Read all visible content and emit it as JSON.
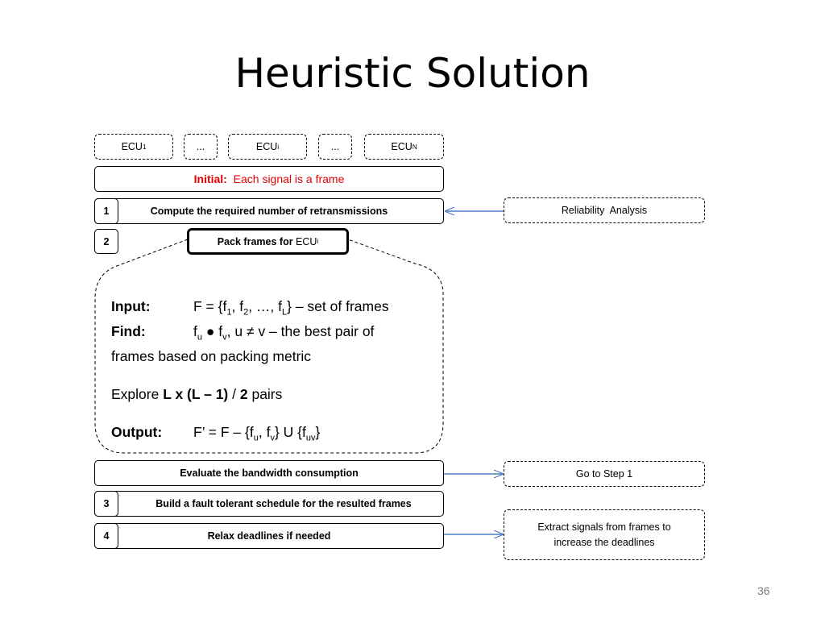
{
  "slide": {
    "title": "Heuristic Solution",
    "page_number": "36"
  },
  "ecus": [
    {
      "base": "ECU",
      "sub": "1"
    },
    {
      "base": "...",
      "sub": ""
    },
    {
      "base": "ECU",
      "sub": "i"
    },
    {
      "base": "...",
      "sub": ""
    },
    {
      "base": "ECU",
      "sub": "N"
    }
  ],
  "initial": {
    "label": "Initial:",
    "text": "Each signal is a frame"
  },
  "steps": {
    "s1": {
      "num": "1",
      "text": "Compute the required number of retransmissions"
    },
    "s2": {
      "num": "2",
      "text": "Pack frames for ",
      "ecu": "ECU",
      "ecu_sub": "i"
    },
    "eval": {
      "text": "Evaluate the bandwidth consumption"
    },
    "s3": {
      "num": "3",
      "text": "Build a fault tolerant schedule for the resulted frames"
    },
    "s4": {
      "num": "4",
      "text": "Relax deadlines if needed"
    }
  },
  "side": {
    "reliability": "Reliability  Analysis",
    "goto": "Go to Step 1",
    "extract_line1": "Extract signals from frames to",
    "extract_line2": "increase the deadlines"
  },
  "detail": {
    "input_label": "Input:",
    "find_label": "Find:",
    "output_label": "Output:",
    "explore_prefix": "Explore ",
    "explore_bold": "L x (L – 1)",
    "explore_mid": " / ",
    "explore_bold2": "2",
    "explore_suffix": " pairs",
    "find_cont": "frames based on packing metric"
  }
}
